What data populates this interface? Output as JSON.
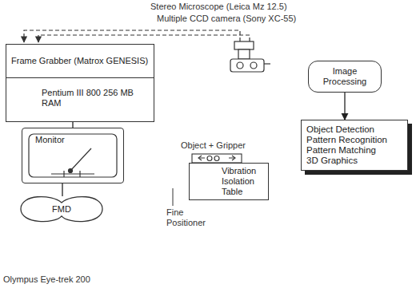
{
  "diagram": {
    "nodes": [
      {
        "text": [
          "Frame Grabber (Matrox GENESIS)"
        ]
      },
      {
        "text": [
          "Pentium III 800 256 MB RAM"
        ]
      },
      {
        "text": [
          "Monitor"
        ]
      },
      {
        "text": [
          "FMD"
        ]
      },
      {
        "text": [
          "Vibration Isolation Table"
        ]
      },
      {
        "text": [
          "Image Processing"
        ]
      },
      {
        "text": [
          "Object Detection",
          "Pattern Recognition",
          "Pattern Matching",
          "3D Graphics"
        ]
      }
    ],
    "edges": [
      {
        "from": 1,
        "to": 2,
        "arrow": "none"
      },
      {
        "from": 2,
        "to": 3,
        "arrow": "none"
      },
      {
        "from": 5,
        "to": 6,
        "arrow": "to"
      }
    ],
    "labels": [
      "Stereo Microscope (Leica Mz 12.5)",
      "Multiple CCD camera (Sony XC-55)",
      "Object + Gripper",
      "Fine Positioner",
      "Olympus Eye-trek 200"
    ]
  }
}
